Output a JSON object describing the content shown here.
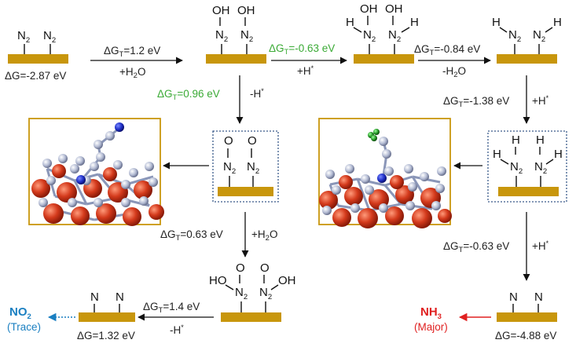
{
  "colors": {
    "slab": "#c8960c",
    "green": "#3aaa35",
    "blue": "#1a7fc1",
    "red": "#e02020",
    "arrow": "#111111",
    "box_border": "#c8960c",
    "dotted_border": "#3a5a8a",
    "metal_red": "#d43a1c",
    "atom_grey": "#b4bcd4",
    "atom_blue": "#2030c8",
    "atom_green": "#2a9a2a"
  },
  "states": {
    "s1_dg": "ΔG=-2.87 eV",
    "s9_dg": "ΔG=1.32 eV",
    "s10_dg": "ΔG=-4.88 eV"
  },
  "steps": {
    "a": {
      "dg_pre": "ΔG",
      "dg_sub": "T",
      "dg_val": "=1.2 eV",
      "reagent": "+H",
      "reagent_sub": "2",
      "reagent_tail": "O"
    },
    "b": {
      "dg_pre": "ΔG",
      "dg_sub": "T",
      "dg_val": "=-0.63 eV",
      "reagent": "+H",
      "reagent_sup": "*"
    },
    "c": {
      "dg_pre": "ΔG",
      "dg_sub": "T",
      "dg_val": "=-0.84 eV",
      "reagent": "-H",
      "reagent_sub": "2",
      "reagent_tail": "O"
    },
    "d": {
      "dg_pre": "ΔG",
      "dg_sub": "T",
      "dg_val": "=0.96 eV",
      "reagent": "-H",
      "reagent_sup": "*"
    },
    "e": {
      "dg_pre": "ΔG",
      "dg_sub": "T",
      "dg_val": "=-1.38 eV",
      "reagent": "+H",
      "reagent_sup": "*"
    },
    "f": {
      "dg_pre": "ΔG",
      "dg_sub": "T",
      "dg_val": "=0.63 eV",
      "reagent": "+H",
      "reagent_sub": "2",
      "reagent_tail": "O"
    },
    "g": {
      "dg_pre": "ΔG",
      "dg_sub": "T",
      "dg_val": "=-0.63 eV",
      "reagent": "+H",
      "reagent_sup": "*"
    },
    "h": {
      "dg_pre": "ΔG",
      "dg_sub": "T",
      "dg_val": "=1.4 eV",
      "reagent": "-H",
      "reagent_sup": "*"
    }
  },
  "products": {
    "no2_main": "NO",
    "no2_sub": "2",
    "no2_note": "(Trace)",
    "nh3_main": "NH",
    "nh3_sub": "3",
    "nh3_note": "(Major)"
  },
  "atoms": {
    "N": "N",
    "O": "O",
    "H": "H",
    "OH": "OH",
    "HO": "HO",
    "sub2": "2"
  }
}
